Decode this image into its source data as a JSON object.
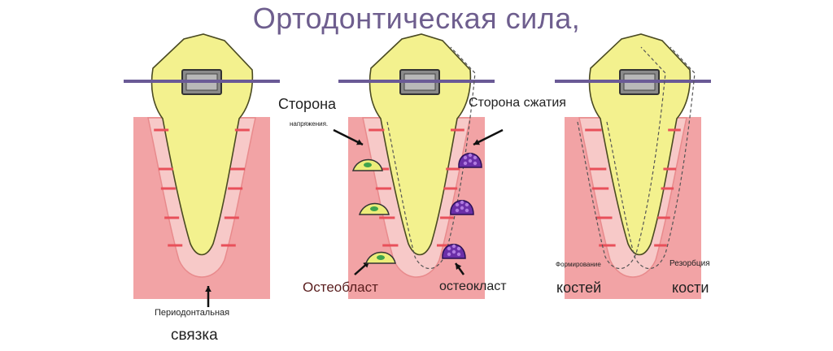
{
  "title": "Ортодонтическая сила,",
  "panel1": {
    "label_small": "Периодонтальная",
    "label_big": "связка"
  },
  "panel2": {
    "tension_big": "Сторона",
    "tension_small": "напряжения.",
    "compression": "Сторона сжатия",
    "osteoblast": "Остеобласт",
    "osteoclast": "остеокласт"
  },
  "panel3": {
    "formation_small": "Формирование",
    "formation_big": "костей",
    "resorption_small": "Резорбция",
    "resorption_big": "кости"
  },
  "colors": {
    "title": "#6e5e8e",
    "bone": "#f2a3a5",
    "ligament": "#f7c9c8",
    "tooth": "#f3f18e",
    "wire": "#6a5a96",
    "fibers": "#e8505a",
    "osteoclast": "#6b2fa8",
    "osteoblast": "#eded7a"
  }
}
